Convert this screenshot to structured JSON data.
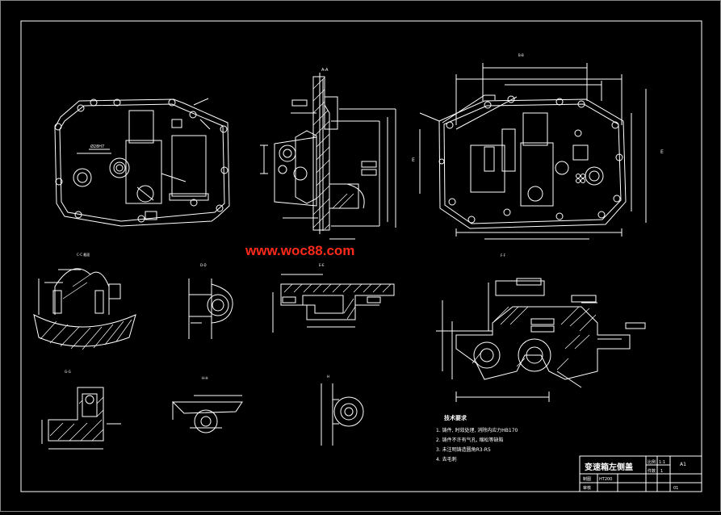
{
  "colors": {
    "background": "#000000",
    "line": "#ffffff",
    "watermark": "#ff2a1a"
  },
  "watermark": "www.woc88.com",
  "views": {
    "section_cc": "C-C 截面",
    "view_a": "A-A",
    "view_b": "B-B",
    "view_d": "D-D",
    "view_e": "E-E",
    "view_f": "F-F",
    "view_g": "G-G",
    "view_h": "H-H"
  },
  "notes": {
    "heading": "技术要求",
    "items": [
      "1.  铸件, 时效处理, 消除内应力HB170",
      "2.  铸件不许有气孔, 缩松等缺陷",
      "3.  未注明铸造圆角R3-R5",
      "4.  去毛刺"
    ]
  },
  "title_block": {
    "title": "变速箱左侧盖",
    "scale_label": "比例",
    "scale": "1:1",
    "qty_label": "件数",
    "qty": "1",
    "material": "HT200",
    "drawn_label": "制图",
    "checked_label": "审核",
    "sheet_size": "A1",
    "drawing_no": "01"
  }
}
